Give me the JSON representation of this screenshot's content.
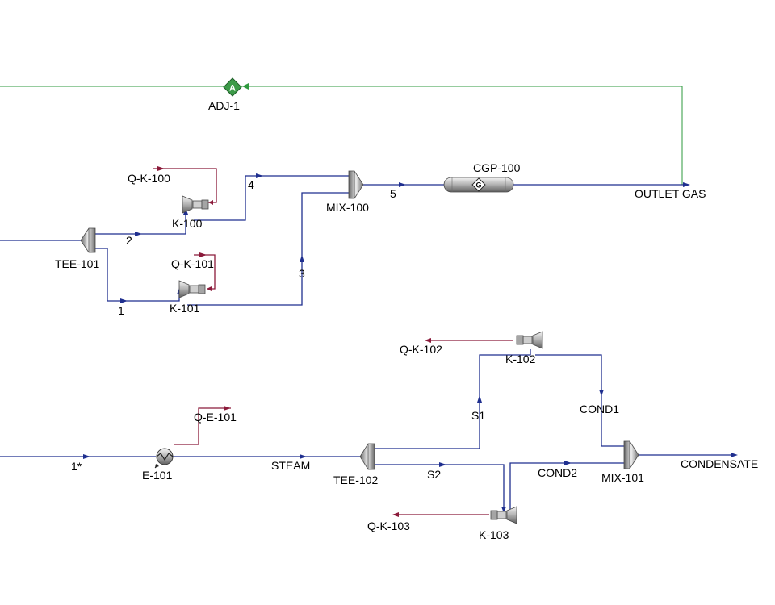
{
  "colors": {
    "material_stream": "#1f2f8f",
    "energy_stream": "#8b1a3a",
    "logic_line": "#2e9a3e",
    "adjust_fill": "#3c9a48",
    "equipment_grey": "#b5b5b5"
  },
  "units": {
    "adj1": "ADJ-1",
    "cgp100": "CGP-100",
    "mix100": "MIX-100",
    "tee101": "TEE-101",
    "k100": "K-100",
    "k101": "K-101",
    "e101": "E-101",
    "tee102": "TEE-102",
    "k102": "K-102",
    "k103": "K-103",
    "mix101": "MIX-101"
  },
  "streams": {
    "s1": "1",
    "s2": "2",
    "s3": "3",
    "s4": "4",
    "s5": "5",
    "outlet_gas": "OUTLET GAS",
    "s1star": "1*",
    "steam": "STEAM",
    "S1": "S1",
    "S2": "S2",
    "cond1": "COND1",
    "cond2": "COND2",
    "condensate": "CONDENSATE"
  },
  "energy": {
    "qk100": "Q-K-100",
    "qk101": "Q-K-101",
    "qe101": "Q-E-101",
    "qk102": "Q-K-102",
    "qk103": "Q-K-103"
  },
  "icons": {
    "adjust": "adjust-icon",
    "gibbs_reactor": "gibbs-reactor-icon",
    "mixer": "mixer-icon",
    "tee": "tee-icon",
    "compressor": "compressor-icon",
    "heat_exchanger": "heat-exchanger-icon"
  }
}
